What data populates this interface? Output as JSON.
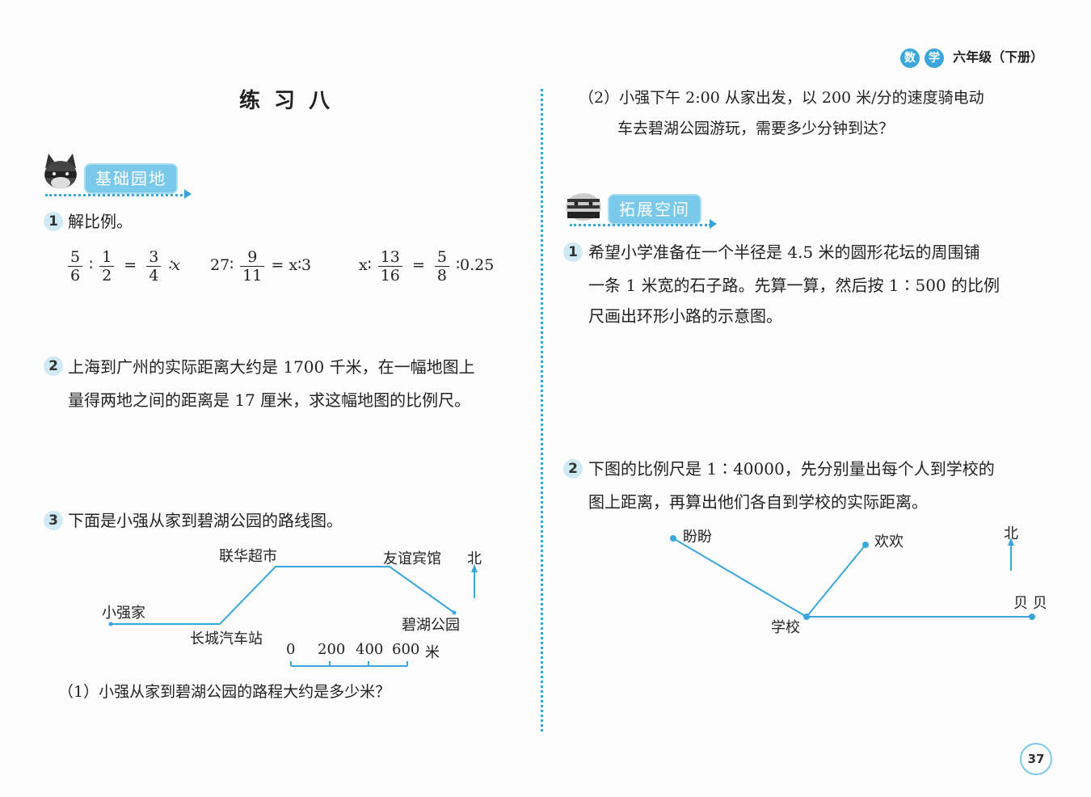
{
  "header": {
    "subject_char1": "数",
    "subject_char2": "学",
    "grade": "六年级（下册）"
  },
  "left": {
    "title": "练 习 八",
    "section_label": "基础园地",
    "q1": {
      "number": "1",
      "text": "解比例。",
      "eq1": {
        "a_num": "5",
        "a_den": "6",
        "sep1": "∶",
        "b_num": "1",
        "b_den": "2",
        "eq": "=",
        "c_num": "3",
        "c_den": "4",
        "tail": "∶x"
      },
      "eq2": {
        "lead": "27∶",
        "a_num": "9",
        "a_den": "11",
        "tail": "= x∶3"
      },
      "eq3": {
        "lead": "x∶",
        "a_num": "13",
        "a_den": "16",
        "eq": "=",
        "b_num": "5",
        "b_den": "8",
        "tail": "∶0.25"
      }
    },
    "q2": {
      "number": "2",
      "line1": "上海到广州的实际距离大约是 1700 千米，在一幅地图上",
      "line2": "量得两地之间的距离是 17 厘米，求这幅地图的比例尺。"
    },
    "q3": {
      "number": "3",
      "text": "下面是小强从家到碧湖公园的路线图。",
      "map": {
        "home": "小强家",
        "station": "长城汽车站",
        "market": "联华超市",
        "hotel": "友谊宾馆",
        "park": "碧湖公园",
        "north": "北",
        "scale_labels": [
          "0",
          "200",
          "400",
          "600"
        ],
        "scale_unit": "米"
      },
      "sub1": "（1）小强从家到碧湖公园的路程大约是多少米？"
    }
  },
  "right": {
    "q3_sub2_line1": "（2）小强下午 2:00 从家出发，以 200 米/分的速度骑电动",
    "q3_sub2_line2": "车去碧湖公园游玩，需要多少分钟到达？",
    "section_label": "拓展空间",
    "q1": {
      "number": "1",
      "line1": "希望小学准备在一个半径是 4.5 米的圆形花坛的周围铺",
      "line2": "一条 1 米宽的石子路。先算一算，然后按 1∶500 的比例",
      "line3": "尺画出环形小路的示意图。"
    },
    "q2": {
      "number": "2",
      "line1": "下图的比例尺是 1∶40000，先分别量出每个人到学校的",
      "line2": "图上距离，再算出他们各自到学校的实际距离。",
      "map": {
        "panpan": "盼盼",
        "huanhuan": "欢欢",
        "north": "北",
        "beibei": "贝 贝",
        "school": "学校"
      }
    }
  },
  "page_number": "37",
  "colors": {
    "accent": "#35a7d9",
    "tag": "#7ac9ea",
    "circle": "#cfeaf4"
  }
}
